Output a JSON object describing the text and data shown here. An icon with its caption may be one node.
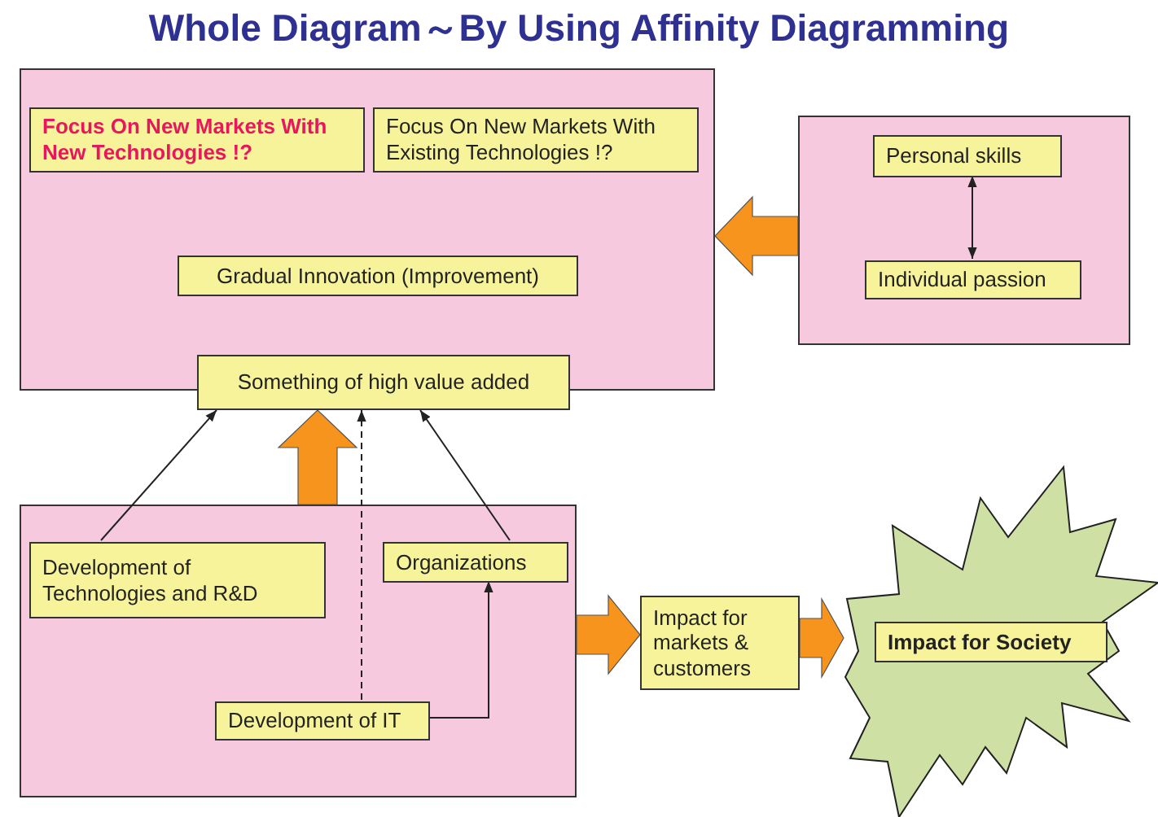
{
  "diagram": {
    "title": "Whole Diagram～By Using Affinity Diagramming",
    "nodes": [
      {
        "text": [],
        "shape": "box"
      },
      {
        "text": [
          "Focus On New Markets With New Technologies !?"
        ],
        "in": 0
      },
      {
        "text": [
          "Focus On New Markets With Existing Technologies !?"
        ],
        "in": 0
      },
      {
        "text": [
          "Gradual Innovation (Improvement)"
        ],
        "in": 0
      },
      {
        "text": [
          "Something of high value added"
        ]
      },
      {
        "text": [],
        "shape": "box"
      },
      {
        "text": [
          "Personal skills"
        ],
        "in": 5
      },
      {
        "text": [
          "Individual passion"
        ],
        "in": 5
      },
      {
        "text": [],
        "shape": "box"
      },
      {
        "text": [
          "Development of Technologies and R&D"
        ],
        "in": 8
      },
      {
        "text": [
          "Organizations"
        ],
        "in": 8
      },
      {
        "text": [
          "Development of IT"
        ],
        "in": 8
      },
      {
        "text": [
          "Impact for markets & customers"
        ]
      },
      {
        "text": [],
        "shape": "star"
      },
      {
        "text": [
          "Impact for Society"
        ],
        "in": 13
      }
    ],
    "edges": [
      {
        "from": 5,
        "to": 0,
        "arrow": "to",
        "style": "thick",
        "color": "#f7941d"
      },
      {
        "from": 6,
        "to": 7,
        "arrow": "both"
      },
      {
        "from": 9,
        "to": 4,
        "arrow": "to"
      },
      {
        "from": 8,
        "to": 4,
        "arrow": "to",
        "style": "thick",
        "color": "#f7941d"
      },
      {
        "from": 11,
        "to": 4,
        "arrow": "to",
        "style": "dashed"
      },
      {
        "from": 10,
        "to": 4,
        "arrow": "to"
      },
      {
        "from": 11,
        "to": 10,
        "arrow": "to"
      },
      {
        "from": 8,
        "to": 12,
        "arrow": "to",
        "style": "thick",
        "color": "#f7941d"
      },
      {
        "from": 12,
        "to": 13,
        "arrow": "to",
        "style": "thick",
        "color": "#f7941d"
      }
    ]
  }
}
